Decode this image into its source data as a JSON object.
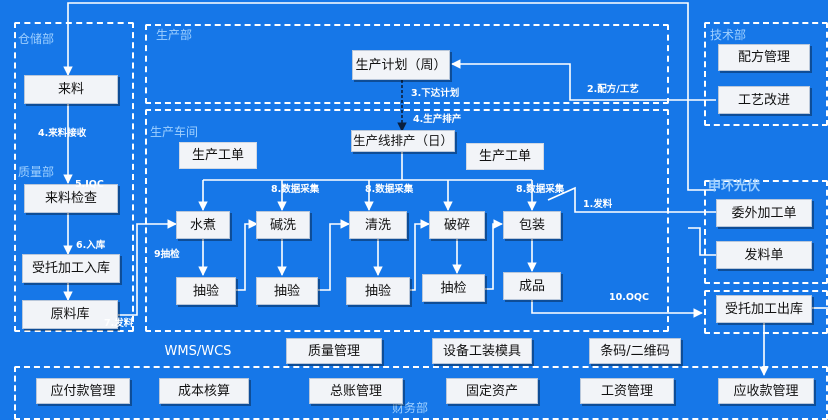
{
  "colors": {
    "background": "#1677e8",
    "node_fill": "#f2f4f8",
    "line": "#ffffff",
    "zone_label": "#9fd0ff",
    "dark_arrow": "#0a1f3d"
  },
  "zones": {
    "warehouse": "仓储部",
    "quality": "质量部",
    "production_dept": "生产部",
    "workshop": "生产车间",
    "technology": "技术部",
    "partner": "申环光伏",
    "finance": "财务部"
  },
  "nodes": {
    "incoming": "来料",
    "incoming_inspection": "来料检查",
    "consigned_inbound": "受托加工入库",
    "raw_material_store": "原料库",
    "production_plan": "生产计划（周）",
    "line_scheduling": "生产线排产（日）",
    "work_order_left": "生产工单",
    "work_order_right": "生产工单",
    "boiling": "水煮",
    "alkali_wash": "碱洗",
    "cleaning": "清洗",
    "crushing": "破碎",
    "packing": "包装",
    "sample_1": "抽验",
    "sample_2": "抽验",
    "sample_3": "抽验",
    "sample_4": "抽检",
    "finished_goods": "成品",
    "recipe_management": "配方管理",
    "process_improvement": "工艺改进",
    "outsourced_order": "委外加工单",
    "issue_note": "发料单",
    "consigned_outbound": "受托加工出库"
  },
  "edge_labels": {
    "receive": "4.来料接收",
    "iqc": "5.IQC",
    "inbound": "6.入库",
    "issue_material": "7.发料",
    "dispatch_plan": "3.下达计划",
    "schedule": "4.生产排产",
    "recipe_process": "2.配方/工艺",
    "collect_1": "8.数据采集",
    "collect_2": "8.数据采集",
    "collect_3": "8.数据采集",
    "sampling": "9抽检",
    "issue": "1.发料",
    "oqc": "10.OQC"
  },
  "systems": {
    "wms": "WMS/WCS",
    "quality_mgmt": "质量管理",
    "equipment": "设备工装模具",
    "barcode": "条码/二维码"
  },
  "finance_modules": [
    "应付款管理",
    "成本核算",
    "总账管理",
    "固定资产",
    "工资管理",
    "应收款管理"
  ]
}
